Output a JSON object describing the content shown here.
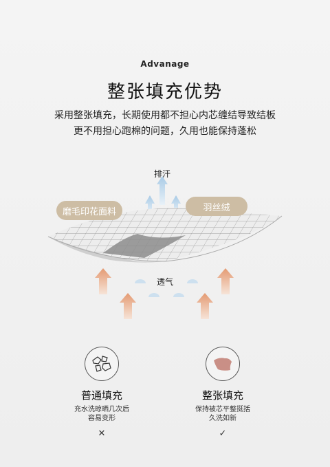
{
  "header": {
    "eyebrow": "Advanage",
    "title": "整张填充优势",
    "desc_line1": "采用整张填充，长期使用都不担心内芯缠结导致结板",
    "desc_line2": "更不用担心跑棉的问题，久用也能保持蓬松"
  },
  "diagram": {
    "top_label": "排汗",
    "left_pill": "磨毛印花面料",
    "right_pill": "羽丝绒",
    "bottom_label": "透气"
  },
  "features": [
    {
      "title": "普通填充",
      "desc_line1": "充水洗晾晒几次后",
      "desc_line2": "容易变形",
      "mark": "✕"
    },
    {
      "title": "整张填充",
      "desc_line1": "保持被芯平整挺括",
      "desc_line2": "久洗如新",
      "mark": "✓"
    }
  ],
  "colors": {
    "accent_pill": "#cdbda4",
    "up_arrow_orange": "#e6a27d",
    "up_arrow_blue": "#b7d3ea",
    "pad_pink": "#c98f86"
  }
}
